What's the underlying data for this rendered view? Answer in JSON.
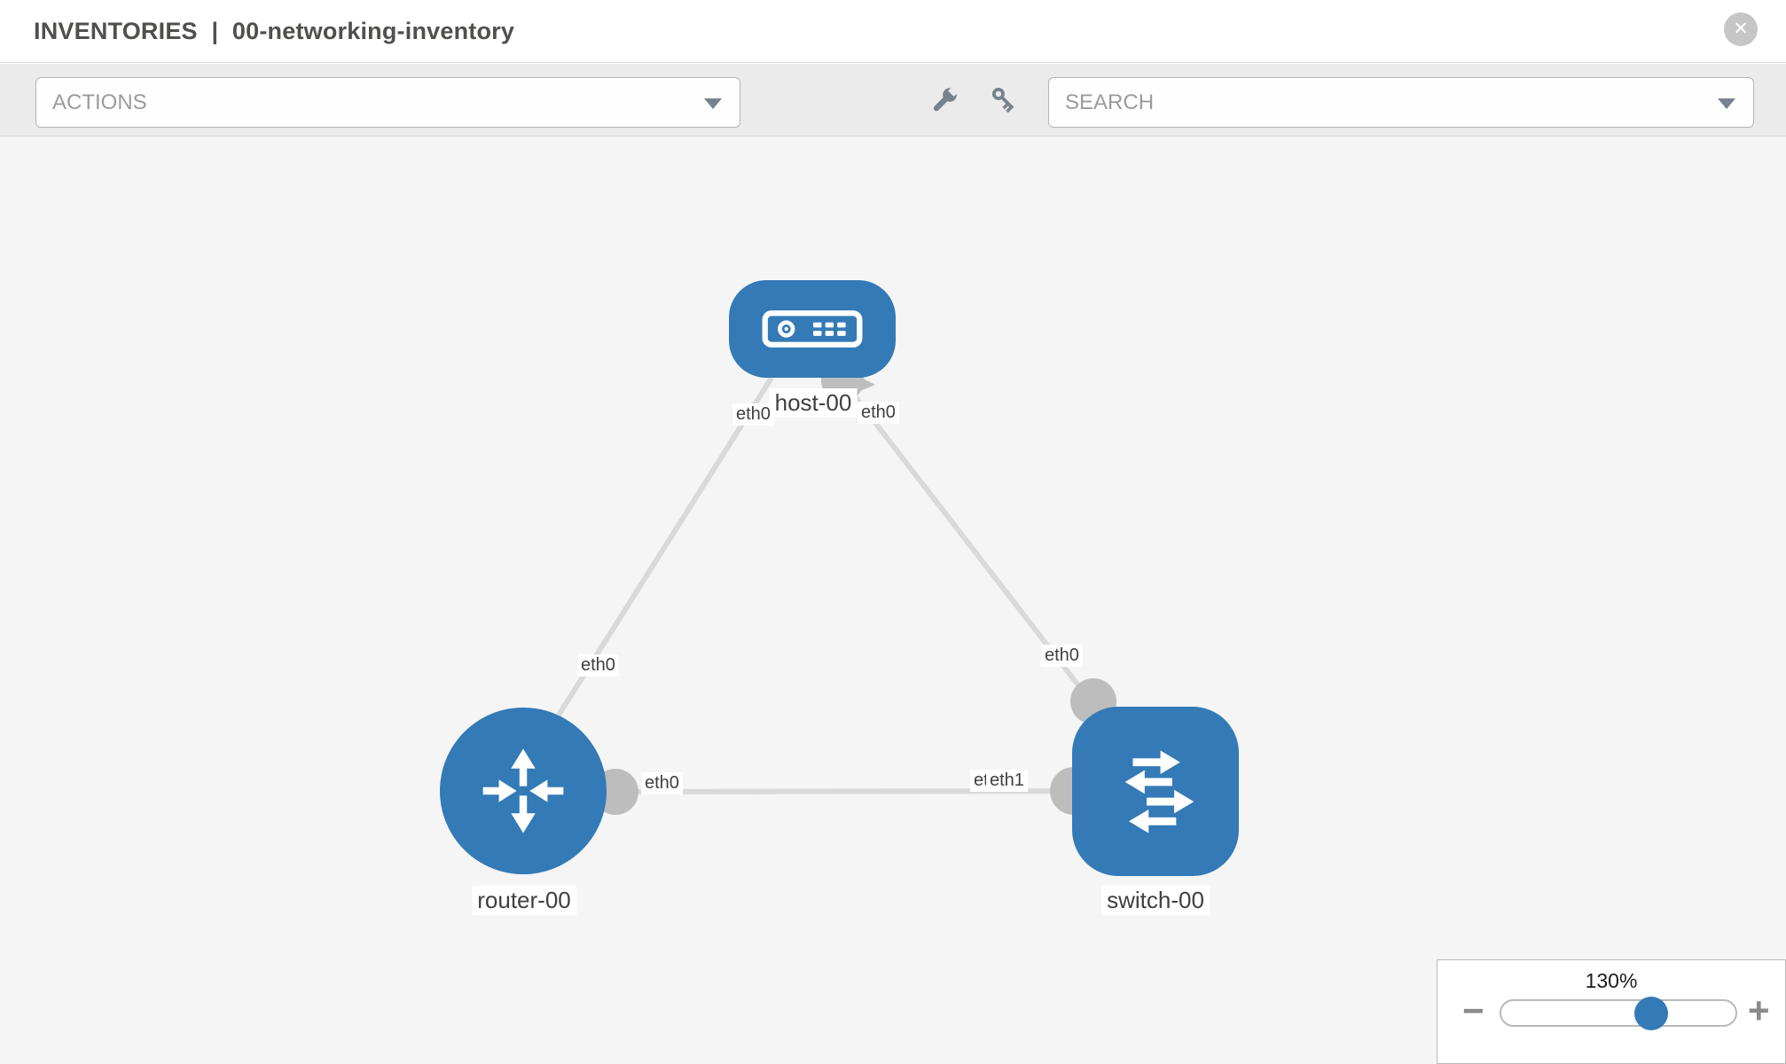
{
  "header": {
    "section": "INVENTORIES",
    "separator": "|",
    "item": "00-networking-inventory",
    "close_icon": "x-circle"
  },
  "toolbar": {
    "actions_label": "ACTIONS",
    "search_placeholder": "SEARCH",
    "icons": [
      "wrench-icon",
      "key-icon"
    ]
  },
  "topology": {
    "nodes": [
      {
        "id": "host-00",
        "type": "host",
        "label": "host-00"
      },
      {
        "id": "router-00",
        "type": "router",
        "label": "router-00"
      },
      {
        "id": "switch-00",
        "type": "switch",
        "label": "switch-00"
      }
    ],
    "links": [
      {
        "from": "host-00",
        "from_if": "eth0",
        "to": "router-00",
        "to_if": "eth0"
      },
      {
        "from": "host-00",
        "from_if": "eth0",
        "to": "switch-00",
        "to_if": "eth0"
      },
      {
        "from": "router-00",
        "from_if": "eth0",
        "to": "switch-00",
        "to_if": "eth1"
      }
    ],
    "interface_labels": [
      {
        "text": "eth0"
      },
      {
        "text": "eth0"
      },
      {
        "text": "eth0"
      },
      {
        "text": "eth0"
      },
      {
        "text": "eth0"
      },
      {
        "text": "eth0"
      },
      {
        "text": "eth1"
      }
    ]
  },
  "zoom_control": {
    "level_label": "130%",
    "minus_label": "−",
    "plus_label": "+",
    "slider_percent": 64
  },
  "colors": {
    "node_blue": "#337ab7",
    "link_gray": "#d9d9d9",
    "connector_gray": "#bdbdbd",
    "toolbar_bg": "#ebebeb",
    "canvas_bg": "#f5f5f5",
    "icon_gray": "#76828e"
  }
}
